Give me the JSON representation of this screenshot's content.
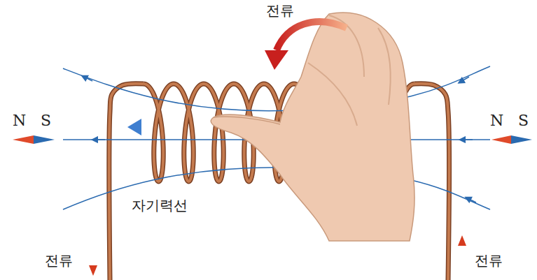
{
  "diagram": {
    "labels": [
      "전류",
      "N",
      "S",
      "N",
      "S",
      "자기력선",
      "전류",
      "전류"
    ]
  }
}
